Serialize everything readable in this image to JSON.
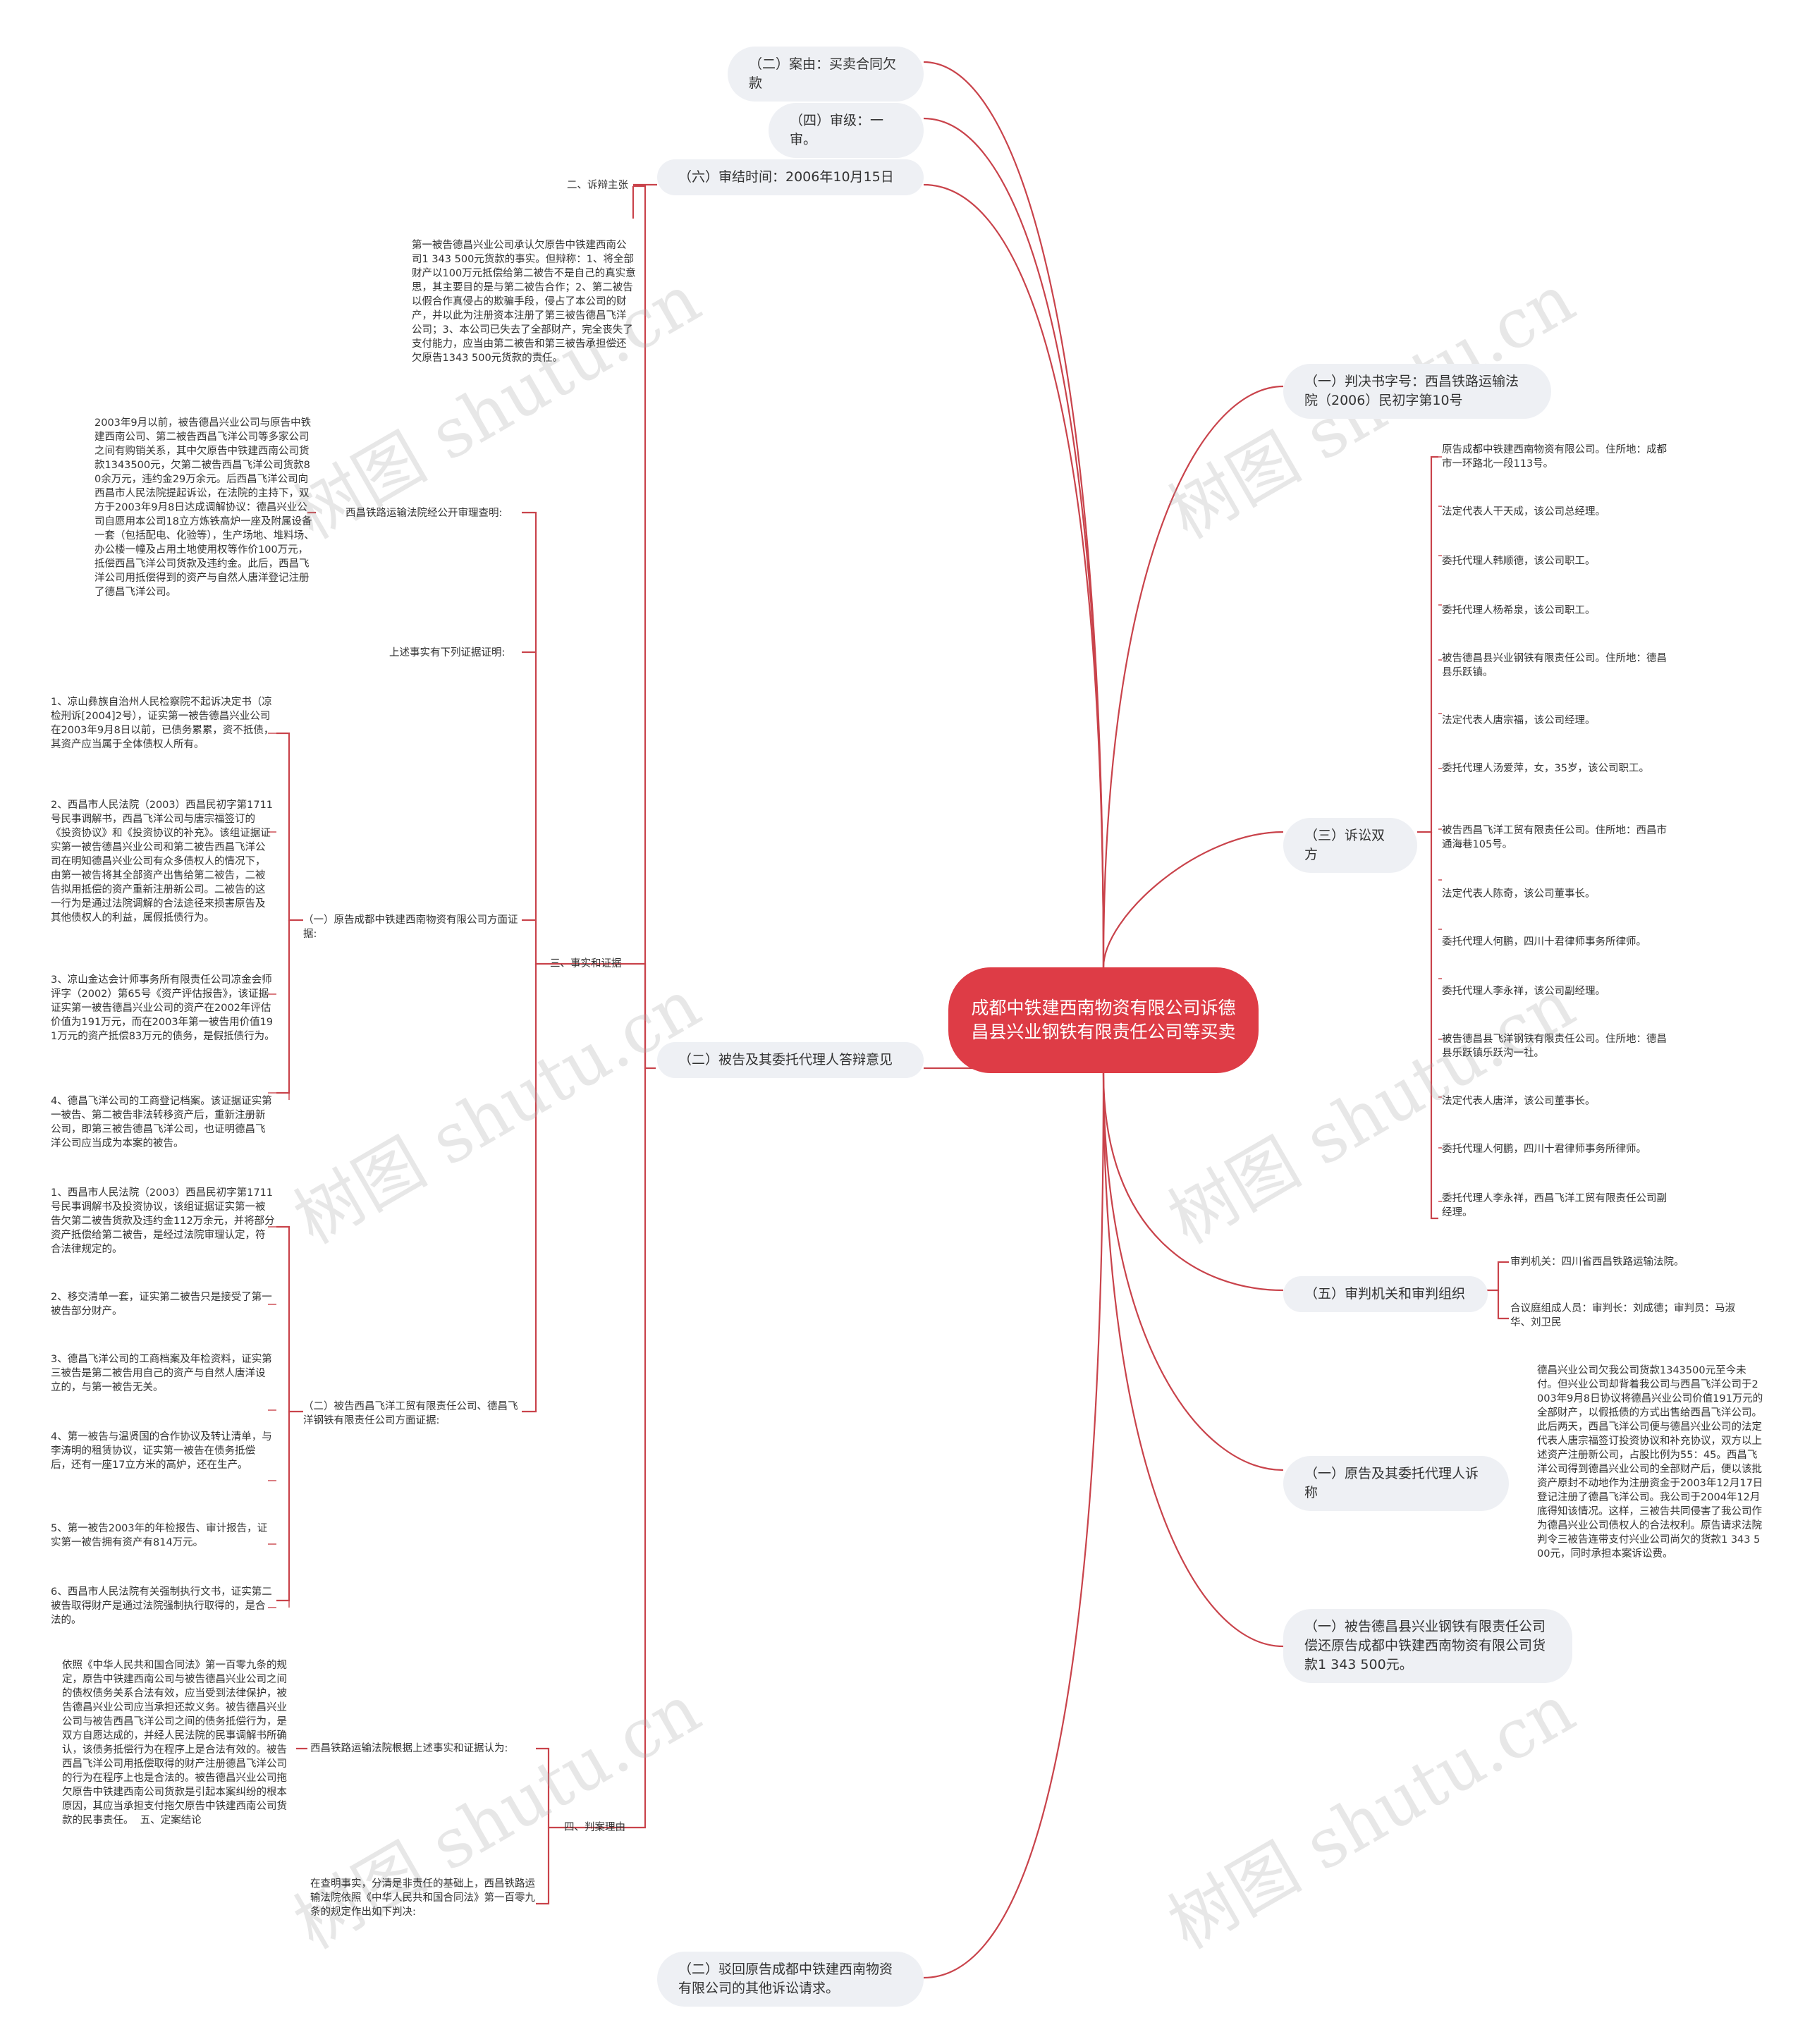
{
  "root": "成都中铁建西南物资有限公司诉德昌县兴业钢铁有限责任公司等买卖",
  "left": {
    "case_cause": "（二）案由：买卖合同欠款",
    "trial_level": "（四）审级：一审。",
    "close_time": "（六）审结时间：2006年10月15日",
    "defense_label": "二、诉辩主张",
    "defendant_opinion": "（二）被告及其委托代理人答辩意见",
    "defendant_text": "第一被告德昌兴业公司承认欠原告中铁建西南公司1 343 500元货款的事实。但辩称：1、将全部财产以100万元抵偿给第二被告不是自己的真实意思，其主要目的是与第二被告合作；2、第二被告以假合作真侵占的欺骗手段，侵占了本公司的财产，并以此为注册资本注册了第三被告德昌飞洋公司；3、本公司已失去了全部财产，完全丧失了支付能力，应当由第二被告和第三被告承担偿还欠原告1343 500元货款的责任。",
    "facts_label": "三、事实和证据",
    "court_found_label": "西昌铁路运输法院经公开审理查明:",
    "court_found_text": "2003年9月以前，被告德昌兴业公司与原告中铁建西南公司、第二被告西昌飞洋公司等多家公司之间有购销关系，其中欠原告中铁建西南公司货款1343500元，欠第二被告西昌飞洋公司货款80余万元，违约金29万余元。后西昌飞洋公司向西昌市人民法院提起诉讼，在法院的主持下，双方于2003年9月8日达成调解协议：德昌兴业公司自愿用本公司18立方炼铁高炉一座及附属设备一套（包括配电、化验等），生产场地、堆料场、办公楼一幢及占用土地使用权等作价100万元，抵偿西昌飞洋公司货款及违约金。此后，西昌飞洋公司用抵偿得到的资产与自然人唐洋登记注册了德昌飞洋公司。",
    "evidence_label": "上述事实有下列证据证明:",
    "plaintiff_evidence_label": "（一）原告成都中铁建西南物资有限公司方面证据:",
    "plaintiff_evidence": [
      "1、凉山彝族自治州人民检察院不起诉决定书（凉检刑诉[2004]2号），证实第一被告德昌兴业公司在2003年9月8日以前，已债务累累，资不抵债，其资产应当属于全体债权人所有。",
      "2、西昌市人民法院（2003）西昌民初字第1711号民事调解书，西昌飞洋公司与唐宗福签订的《投资协议》和《投资协议的补充》。该组证据证实第一被告德昌兴业公司和第二被告西昌飞洋公司在明知德昌兴业公司有众多债权人的情况下，由第一被告将其全部资产出售给第二被告，二被告拟用抵偿的资产重新注册新公司。二被告的这一行为是通过法院调解的合法途径来损害原告及其他债权人的利益，属假抵债行为。",
      "3、凉山金达会计师事务所有限责任公司凉金会师评字（2002）第65号《资产评估报告》，该证据证实第一被告德昌兴业公司的资产在2002年评估价值为191万元，而在2003年第一被告用价值191万元的资产抵偿83万元的债务，是假抵债行为。",
      "4、德昌飞洋公司的工商登记档案。该证据证实第一被告、第二被告非法转移资产后，重新注册新公司，即第三被告德昌飞洋公司，也证明德昌飞洋公司应当成为本案的被告。"
    ],
    "defendant_evidence_label": "（二）被告西昌飞洋工贸有限责任公司、德昌飞洋钢铁有限责任公司方面证据:",
    "defendant_evidence": [
      "1、西昌市人民法院（2003）西昌民初字第1711号民事调解书及投资协议，该组证据证实第一被告欠第二被告货款及违约金112万余元，并将部分资产抵偿给第二被告，是经过法院审理认定，符合法律规定的。",
      "2、移交清单一套，证实第二被告只是接受了第一被告部分财产。",
      "3、德昌飞洋公司的工商档案及年检资料，证实第三被告是第二被告用自己的资产与自然人唐洋设立的，与第一被告无关。",
      "4、第一被告与温贤国的合作协议及转让清单，与李涛明的租赁协议，证实第一被告在债务抵偿后，还有一座17立方米的高炉，还在生产。",
      "5、第一被告2003年的年检报告、审计报告，证实第一被告拥有资产有814万元。",
      "6、西昌市人民法院有关强制执行文书，证实第二被告取得财产是通过法院强制执行取得的，是合法的。"
    ],
    "reason_label": "四、判案理由",
    "court_held_label": "西昌铁路运输法院根据上述事实和证据认为:",
    "court_held_text": "依照《中华人民共和国合同法》第一百零九条的规定，原告中铁建西南公司与被告德昌兴业公司之间的债权债务关系合法有效，应当受到法律保护，被告德昌兴业公司应当承担还款义务。被告德昌兴业公司与被告西昌飞洋公司之间的债务抵偿行为，是双方自愿达成的，并经人民法院的民事调解书所确认，该债务抵偿行为在程序上是合法有效的。被告西昌飞洋公司用抵偿取得的财产注册德昌飞洋公司的行为在程序上也是合法的。被告德昌兴业公司拖欠原告中铁建西南公司货款是引起本案纠纷的根本原因，其应当承担支付拖欠原告中铁建西南公司货款的民事责任。  五、定案结论",
    "verdict_text": "在查明事实，分清是非责任的基础上，西昌铁路运输法院依照《中华人民共和国合同法》第一百零九条的规定作出如下判决:",
    "dismiss": "（二）驳回原告成都中铁建西南物资有限公司的其他诉讼请求。"
  },
  "right": {
    "judgment_no": "（一）判决书字号：西昌铁路运输法院（2006）民初字第10号",
    "parties_label": "（三）诉讼双方",
    "parties": [
      "原告成都中铁建西南物资有限公司。住所地：成都市一环路北一段113号。",
      "法定代表人干天成，该公司总经理。",
      "委托代理人韩顺德，该公司职工。",
      "委托代理人杨希泉，该公司职工。",
      "被告德昌县兴业钢铁有限责任公司。住所地：德昌县乐跃镇。",
      "法定代表人唐宗福，该公司经理。",
      "委托代理人汤爱萍，女，35岁，该公司职工。",
      "被告西昌飞洋工贸有限责任公司。住所地：西昌市通海巷105号。",
      "法定代表人陈奇，该公司董事长。",
      "委托代理人何鹏，四川十君律师事务所律师。",
      "委托代理人李永祥，该公司副经理。",
      "被告德昌县飞洋钢铁有限责任公司。住所地：德昌县乐跃镇乐跃沟一社。",
      "法定代表人唐洋，该公司董事长。",
      "委托代理人何鹏，四川十君律师事务所律师。",
      "委托代理人李永祥，西昌飞洋工贸有限责任公司副经理。"
    ],
    "court_org_label": "（五）审判机关和审判组织",
    "court_org": [
      "审判机关：四川省西昌铁路运输法院。",
      "合议庭组成人员：审判长：刘成德；审判员：马淑华、刘卫民"
    ],
    "plaintiff_claim_label": "（一）原告及其委托代理人诉称",
    "plaintiff_claim_text": "德昌兴业公司欠我公司货款1343500元至今未付。但兴业公司却背着我公司与西昌飞洋公司于2003年9月8日协议将德昌兴业公司价值191万元的全部财产，以假抵债的方式出售给西昌飞洋公司。此后两天，西昌飞洋公司便与德昌兴业公司的法定代表人唐宗福签订投资协议和补充协议，双方以上述资产注册新公司，占股比例为55：45。西昌飞洋公司得到德昌兴业公司的全部财产后，便以该批资产原封不动地作为注册资金于2003年12月17日登记注册了德昌飞洋公司。我公司于2004年12月底得知该情况。这样，三被告共同侵害了我公司作为德昌兴业公司债权人的合法权利。原告请求法院判令三被告连带支付兴业公司尚欠的货款1 343 500元，同时承担本案诉讼费。",
    "verdict_one": "（一）被告德昌县兴业钢铁有限责任公司偿还原告成都中铁建西南物资有限公司货款1 343 500元。"
  },
  "watermark": "树图 shutu.cn",
  "colors": {
    "root": "#de3c46",
    "line": "#c9434b",
    "pill": "#eef0f4"
  }
}
